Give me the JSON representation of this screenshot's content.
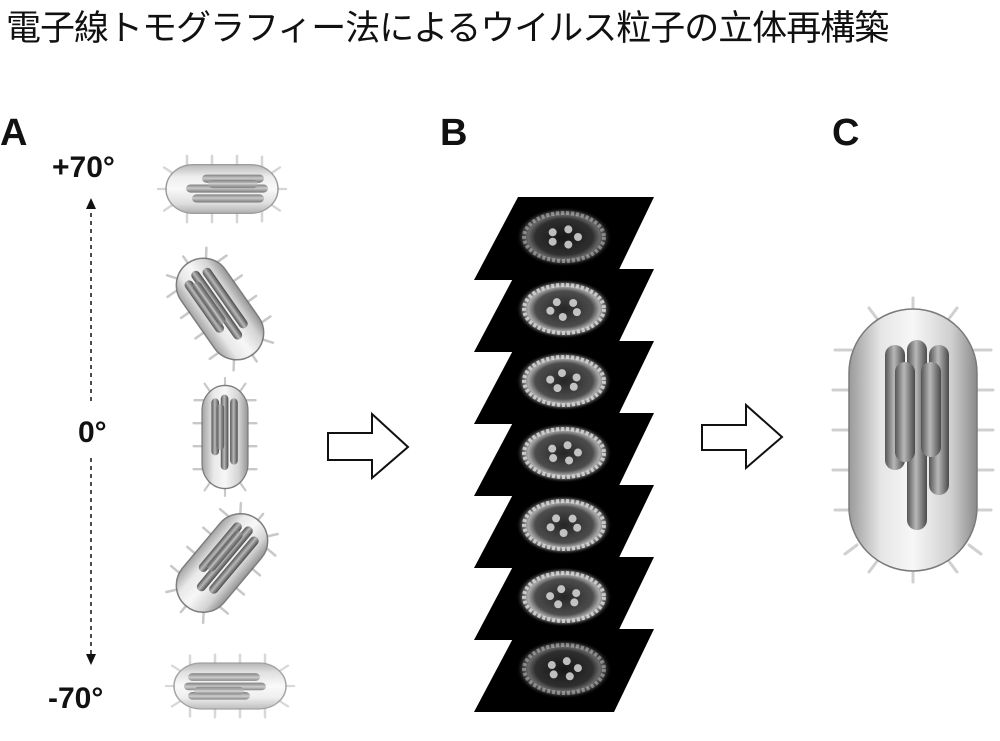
{
  "title": "電子線トモグラフィー法によるウイルス粒子の立体再構築",
  "panels": {
    "a": {
      "label": "A",
      "angle_top": "+70°",
      "angle_mid": "0°",
      "angle_bottom": "-70°"
    },
    "b": {
      "label": "B"
    },
    "c": {
      "label": "C"
    }
  },
  "colors": {
    "background": "#ffffff",
    "slice": "#000000",
    "capsule": "#d9d9d9",
    "rod": "#808080",
    "text": "#111111"
  },
  "icons": {
    "tilt_views": "virus-capsule-icon",
    "slices": "tomogram-slice-icon",
    "arrows": "right-arrow-icon",
    "model": "virus-3d-model-icon"
  }
}
